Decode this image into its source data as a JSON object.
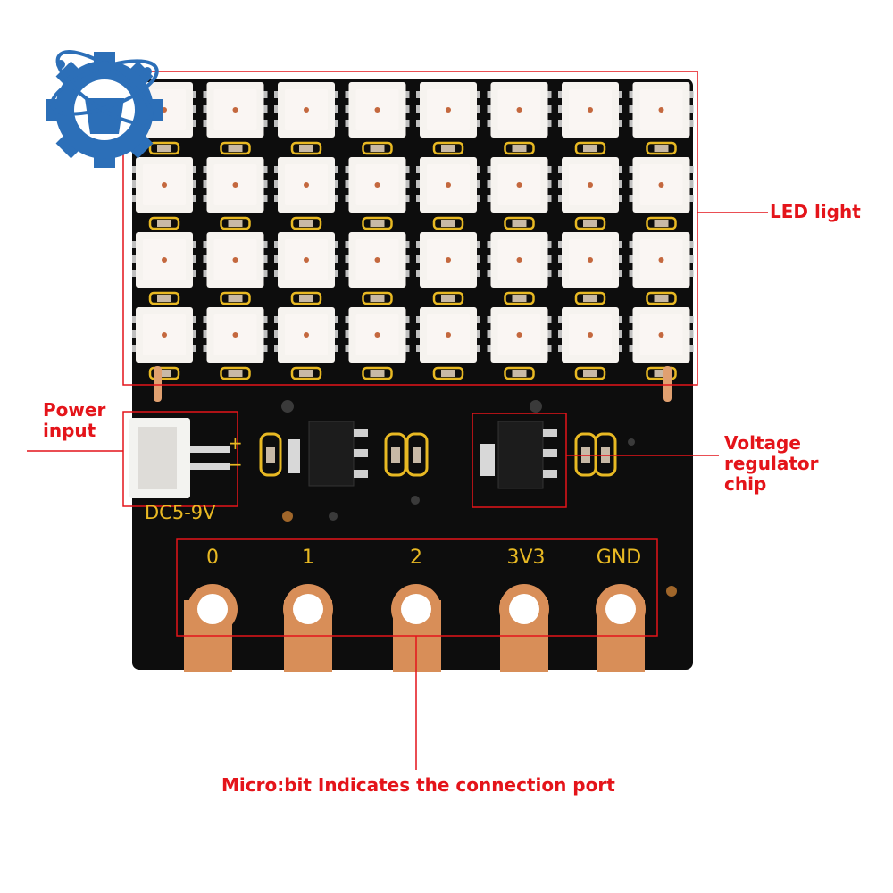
{
  "labels": {
    "led_light": "LED light",
    "power_input_line1": "Power",
    "power_input_line2": "input",
    "voltage_line1": "Voltage",
    "voltage_line2": "regulator",
    "voltage_line3": "chip",
    "port": "Micro:bit Indicates the connection port"
  },
  "board": {
    "supply": "DC5-9V",
    "plus": "+",
    "minus": "−",
    "pins": [
      "0",
      "1",
      "2",
      "3V3",
      "GND"
    ]
  },
  "led_matrix": {
    "rows": 4,
    "cols": 8
  },
  "colors": {
    "pcb": "#0d0d0d",
    "silkscreen": "#e8b923",
    "copper": "#d88e58",
    "callout": "#e4141a",
    "logo": "#2c6fb8"
  }
}
